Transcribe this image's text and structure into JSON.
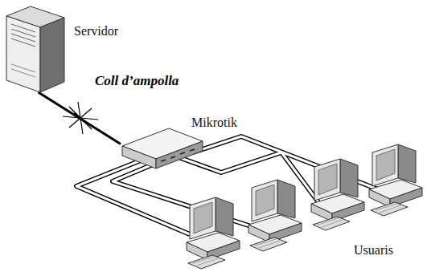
{
  "diagram": {
    "nodes": [
      {
        "text": [
          "Servidor"
        ]
      },
      {
        "text": [
          "Mikrotik"
        ]
      }
    ],
    "edges": [
      {
        "from": 0,
        "to": 1,
        "arrow": "none",
        "label": "Coll d’ampolla"
      }
    ],
    "labels": [
      "Usuaris"
    ]
  }
}
